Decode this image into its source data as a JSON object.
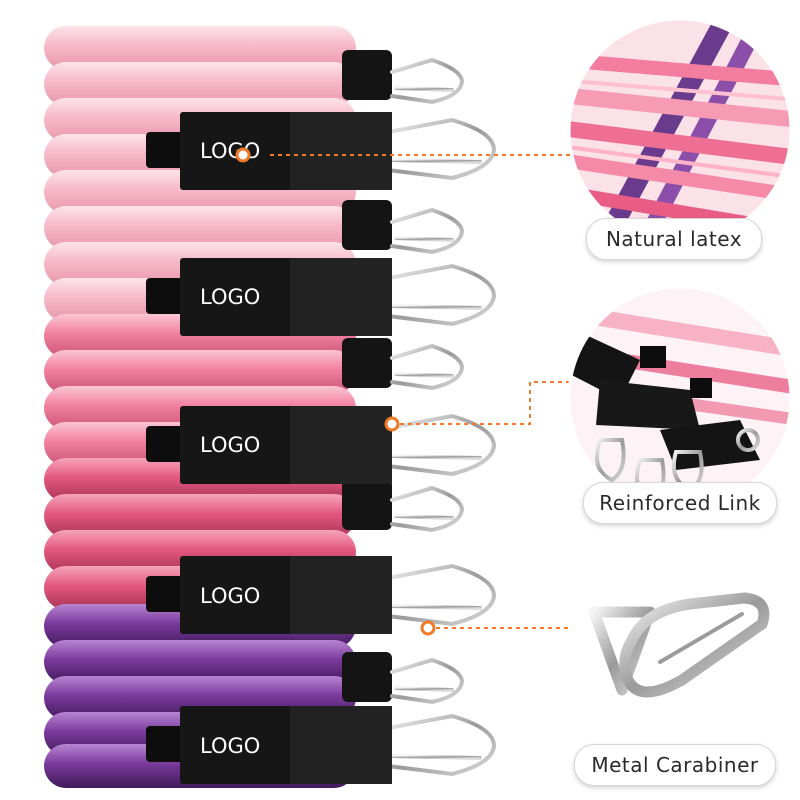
{
  "product": {
    "strap_logo_text": "LOGO",
    "band_colors": {
      "light_pink": "#f7b9c9",
      "pink": "#f27fa0",
      "hot_pink": "#e3577f",
      "purple": "#7a3a9c"
    }
  },
  "features": [
    {
      "label": "Natural latex",
      "icon": "latex-tubes-closeup"
    },
    {
      "label": "Reinforced Link",
      "icon": "strap-link-closeup"
    },
    {
      "label": "Metal Carabiner",
      "icon": "carabiner-ring-closeup"
    }
  ],
  "accent_color": "#f07a2a"
}
